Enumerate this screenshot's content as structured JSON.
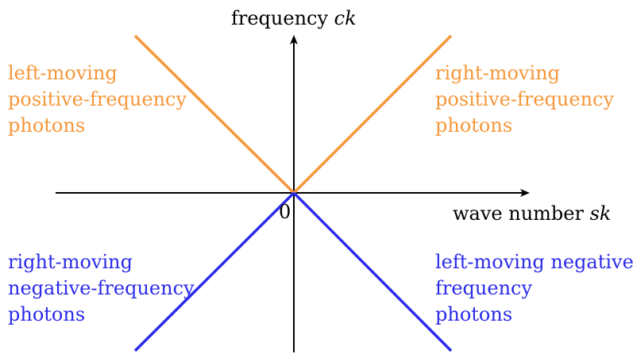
{
  "axes": {
    "y_label_prefix": "frequency ",
    "y_label_var": "ck",
    "x_label_prefix": "wave number ",
    "x_label_var": "sk",
    "origin": "0"
  },
  "quadrants": {
    "top_left": [
      "left-moving",
      "positive-frequency",
      "photons"
    ],
    "top_right": [
      "right-moving",
      "positive-frequency",
      "photons"
    ],
    "bottom_left": [
      "right-moving",
      "negative-frequency",
      "photons"
    ],
    "bottom_right": [
      "left-moving negative-",
      "frequency",
      "photons"
    ]
  },
  "colors": {
    "positive": "#f5973a",
    "negative": "#2b2bea",
    "axis": "#000000"
  }
}
